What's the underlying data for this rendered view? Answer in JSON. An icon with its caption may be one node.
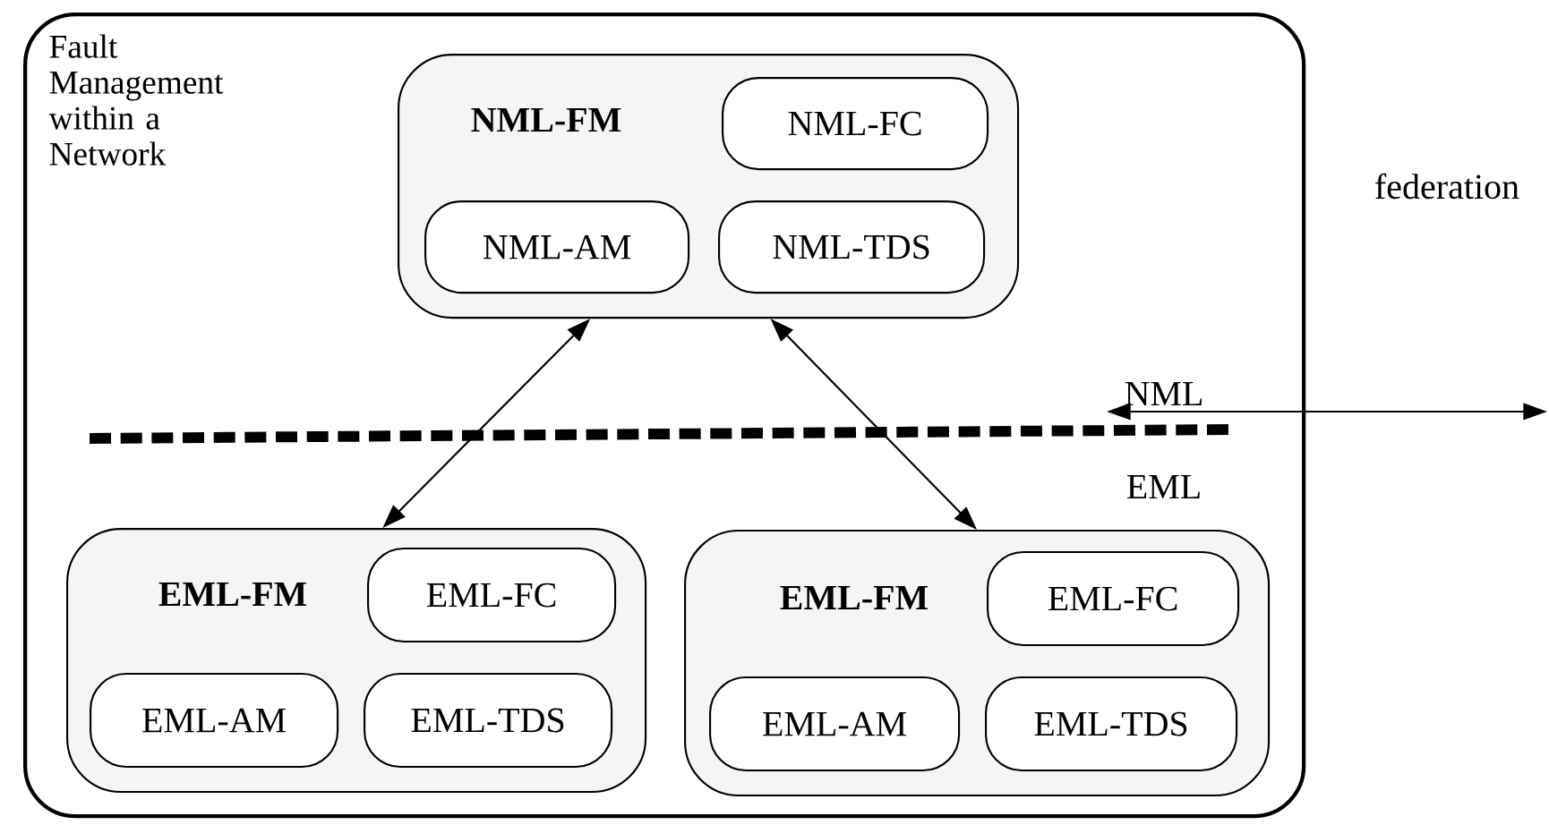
{
  "diagram": {
    "nodes": [
      {
        "text": [
          "Fault Management within a Network"
        ]
      },
      {
        "text": [
          "NML-FM"
        ],
        "in": 0
      },
      {
        "text": [
          "NML-FC"
        ],
        "in": 1
      },
      {
        "text": [
          "NML-AM"
        ],
        "in": 1
      },
      {
        "text": [
          "NML-TDS"
        ],
        "in": 1
      },
      {
        "text": [
          "EML-FM"
        ],
        "in": 0
      },
      {
        "text": [
          "EML-FC"
        ],
        "in": 5
      },
      {
        "text": [
          "EML-AM"
        ],
        "in": 5
      },
      {
        "text": [
          "EML-TDS"
        ],
        "in": 5
      },
      {
        "text": [
          "EML-FM"
        ],
        "in": 0
      },
      {
        "text": [
          "EML-FC"
        ],
        "in": 9
      },
      {
        "text": [
          "EML-AM"
        ],
        "in": 9
      },
      {
        "text": [
          "EML-TDS"
        ],
        "in": 9
      }
    ],
    "edges": [
      {
        "from": 1,
        "to": 5,
        "arrow": "both"
      },
      {
        "from": 1,
        "to": 9,
        "arrow": "both"
      }
    ],
    "labels": [
      "federation",
      "NML",
      "EML"
    ]
  }
}
